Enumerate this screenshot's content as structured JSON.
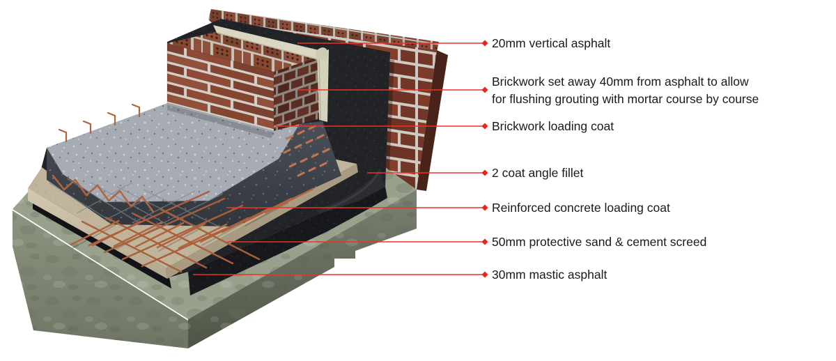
{
  "callouts": [
    {
      "text": "20mm vertical asphalt"
    },
    {
      "lines": [
        "Brickwork set away 40mm from asphalt to allow",
        "for flushing grouting with mortar course by course"
      ]
    },
    {
      "text": "Brickwork loading coat"
    },
    {
      "text": "2 coat angle fillet"
    },
    {
      "text": "Reinforced concrete loading coat"
    },
    {
      "text": "50mm protective sand & cement screed"
    },
    {
      "text": "30mm mastic asphalt"
    }
  ],
  "colors": {
    "leader_line": "#f03128",
    "marker": "#e8251f",
    "text": "#1a1a1a",
    "background": "#ffffff",
    "brick": "#8c4a37",
    "mortar": "#d3d0c9",
    "asphalt": "#1d1f23",
    "screed_tan": "#c0b49b",
    "concrete_base": "#99a18c",
    "loading_coat_concrete": "#a7acb4",
    "rebar": "#b0653f",
    "grout": "#d9d7c1"
  },
  "illustration": {
    "parts": [
      "brick-wall",
      "vertical-asphalt",
      "grout-strip",
      "brickwork-loading-coat",
      "reinforced-concrete-loading-coat",
      "rebar",
      "sand-cement-screed",
      "mastic-asphalt",
      "angle-fillet",
      "concrete-base"
    ]
  }
}
